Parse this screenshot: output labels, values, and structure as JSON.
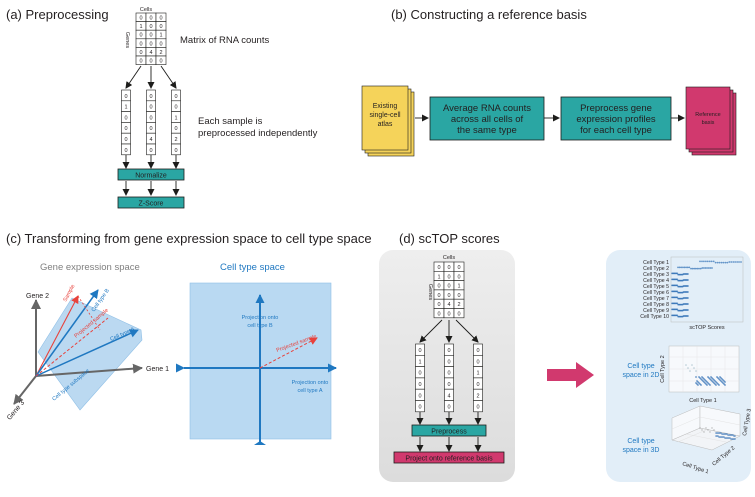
{
  "panel_a": {
    "title": "(a)  Preprocessing",
    "cells_label": "Cells",
    "genes_label": "Genes",
    "matrix": [
      [
        "0",
        "0",
        "0"
      ],
      [
        "1",
        "0",
        "0"
      ],
      [
        "0",
        "0",
        "1"
      ],
      [
        "0",
        "0",
        "0"
      ],
      [
        "0",
        "4",
        "2"
      ],
      [
        "0",
        "0",
        "0"
      ]
    ],
    "matrix_caption": "Matrix of RNA counts",
    "columns": [
      [
        "0",
        "1",
        "0",
        "0",
        "0",
        "0"
      ],
      [
        "0",
        "0",
        "0",
        "0",
        "4",
        "0"
      ],
      [
        "0",
        "0",
        "1",
        "0",
        "2",
        "0"
      ]
    ],
    "sample_caption_line1": "Each sample is",
    "sample_caption_line2": "preprocessed independently",
    "normalize_label": "Normalize",
    "zscore_label": "Z-Score"
  },
  "panel_b": {
    "title": "(b)  Constructing a reference basis",
    "atlas_line1": "Existing",
    "atlas_line2": "single-cell",
    "atlas_line3": "atlas",
    "avg_line1": "Average RNA counts",
    "avg_line2": "across all cells of",
    "avg_line3": "the same type",
    "prep_line1": "Preprocess gene",
    "prep_line2": "expression profiles",
    "prep_line3": "for each cell type",
    "ref_line1": "Reference",
    "ref_line2": "basis",
    "colors": {
      "atlas": "#f5d35a",
      "teal": "#2aa6a3",
      "ref": "#d1396e"
    }
  },
  "panel_c": {
    "title": "(c)  Transforming from gene expression space to cell type space",
    "gene_space_label": "Gene expression space",
    "cell_space_label": "Cell type space",
    "gene1": "Gene 1",
    "gene2": "Gene 2",
    "gene3": "Gene 3",
    "sample": "Sample",
    "cell_type_b": "Cell type B",
    "cell_type_a": "Cell type A",
    "projected_sample": "Projected sample",
    "subspace": "Cell type subspace",
    "proj_b_line1": "Projection onto",
    "proj_b_line2": "cell type B",
    "proj_a_line1": "Projection onto",
    "proj_a_line2": "cell type A",
    "projected_sample_right": "Projected sample"
  },
  "panel_d": {
    "title": "(d)  scTOP scores",
    "cells_label": "Cells",
    "genes_label": "Genes",
    "matrix": [
      [
        "0",
        "0",
        "0"
      ],
      [
        "1",
        "0",
        "0"
      ],
      [
        "0",
        "0",
        "1"
      ],
      [
        "0",
        "0",
        "0"
      ],
      [
        "0",
        "4",
        "2"
      ],
      [
        "0",
        "0",
        "0"
      ]
    ],
    "columns": [
      [
        "0",
        "1",
        "0",
        "0",
        "0",
        "0"
      ],
      [
        "0",
        "0",
        "0",
        "0",
        "4",
        "0"
      ],
      [
        "0",
        "0",
        "1",
        "0",
        "2",
        "0"
      ]
    ],
    "preprocess_label": "Preprocess",
    "project_label": "Project onto reference basis",
    "cell_types": [
      "Cell Type 1",
      "Cell Type 2",
      "Cell Type 3",
      "Cell Type 4",
      "Cell Type 5",
      "Cell Type 6",
      "Cell Type 7",
      "Cell Type 8",
      "Cell Type 9",
      "Cell Type 10"
    ],
    "scores_label": "scTOP Scores",
    "space2d_line1": "Cell type",
    "space2d_line2": "space in 2D",
    "space3d_line1": "Cell type",
    "space3d_line2": "space in 3D",
    "axis_ct1": "Cell Type 1",
    "axis_ct2": "Cell Type 2",
    "axis_ct3": "Cell Type 3",
    "colors": {
      "arrow": "#d1396e",
      "panel_bg": "#e2eef8",
      "gray_bg": "#ebebeb"
    }
  }
}
